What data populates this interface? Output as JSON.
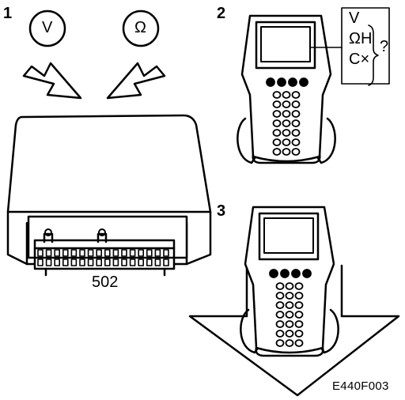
{
  "step_numbers": [
    "1",
    "2",
    "3"
  ],
  "symbols": {
    "volt": "V",
    "ohm": "Ω"
  },
  "screen_readout": {
    "line1": "V",
    "line2": "ΩH",
    "line3": "C×",
    "question": "?"
  },
  "part_number": "502",
  "figure_code": "E440F003",
  "colors": {
    "ink": "#000000",
    "paper": "#ffffff"
  }
}
